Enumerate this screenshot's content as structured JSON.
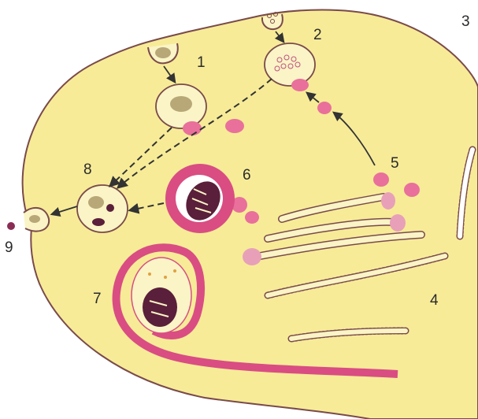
{
  "diagram": {
    "labels": {
      "l1": "1",
      "l2": "2",
      "l3": "3",
      "l4": "4",
      "l5": "5",
      "l6": "6",
      "l7": "7",
      "l8": "8",
      "l9": "9"
    },
    "colors": {
      "cytoplasm": "#f7eb98",
      "membrane": "#7a4a4a",
      "vesicle_pink": "#e9709a",
      "autophagosome": "#d94d82",
      "mito_dark": "#5a1f3a",
      "er_pink": "#e8a0b8",
      "ribosome": "#e0a040",
      "vacuole_fill": "#faf4c6"
    },
    "icons": {
      "arrow": "arrowhead"
    }
  }
}
